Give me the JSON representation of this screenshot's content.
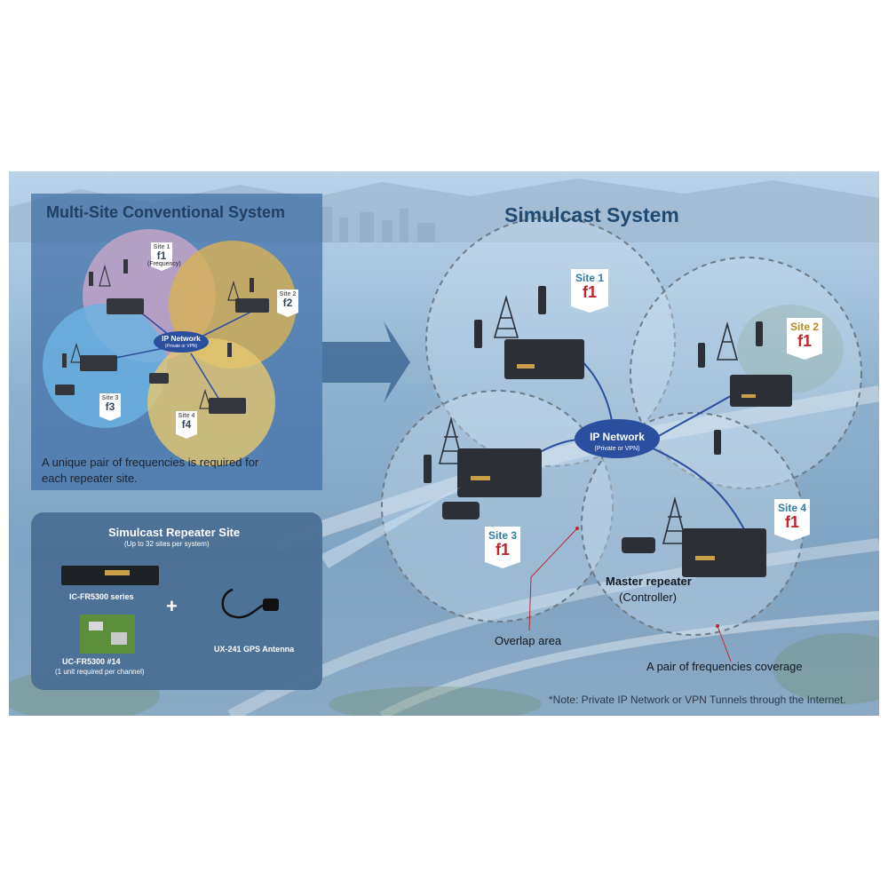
{
  "multi_site": {
    "title": "Multi-Site Conventional System",
    "note": "A unique pair of frequencies is required for each repeater site.",
    "network_label": "IP Network",
    "network_sub": "(Private or VPN)",
    "sites": [
      {
        "name": "Site 1",
        "freq": "f1",
        "sub": "(Frequency)"
      },
      {
        "name": "Site 2",
        "freq": "f2"
      },
      {
        "name": "Site 3",
        "freq": "f3"
      },
      {
        "name": "Site 4",
        "freq": "f4"
      }
    ]
  },
  "simulcast": {
    "title": "Simulcast System",
    "network_label": "IP Network",
    "network_sub": "(Private or VPN)",
    "sites": [
      {
        "name": "Site 1",
        "freq": "f1"
      },
      {
        "name": "Site 2",
        "freq": "f1"
      },
      {
        "name": "Site 3",
        "freq": "f1"
      },
      {
        "name": "Site 4",
        "freq": "f1"
      }
    ],
    "master_label": "Master repeater",
    "controller_label": "(Controller)",
    "overlap_label": "Overlap area",
    "pair_label": "A pair of frequencies coverage",
    "footnote": "*Note: Private IP Network or VPN Tunnels through the Internet."
  },
  "repeater_site": {
    "title": "Simulcast Repeater Site",
    "subtitle": "(Up to 32 sites per system)",
    "ic_label": "IC-FR5300 series",
    "plus": "+",
    "uc_label": "UC-FR5300 #14",
    "uc_sub": "(1 unit required per channel)",
    "gps_label": "UX-241 GPS Antenna"
  },
  "colors": {
    "site1": "#c9a6c8",
    "site2": "#d9b255",
    "site3": "#6cb2e0",
    "site4": "#e6c770",
    "network": "#2a4f9e",
    "freq_red": "#c0262d"
  }
}
